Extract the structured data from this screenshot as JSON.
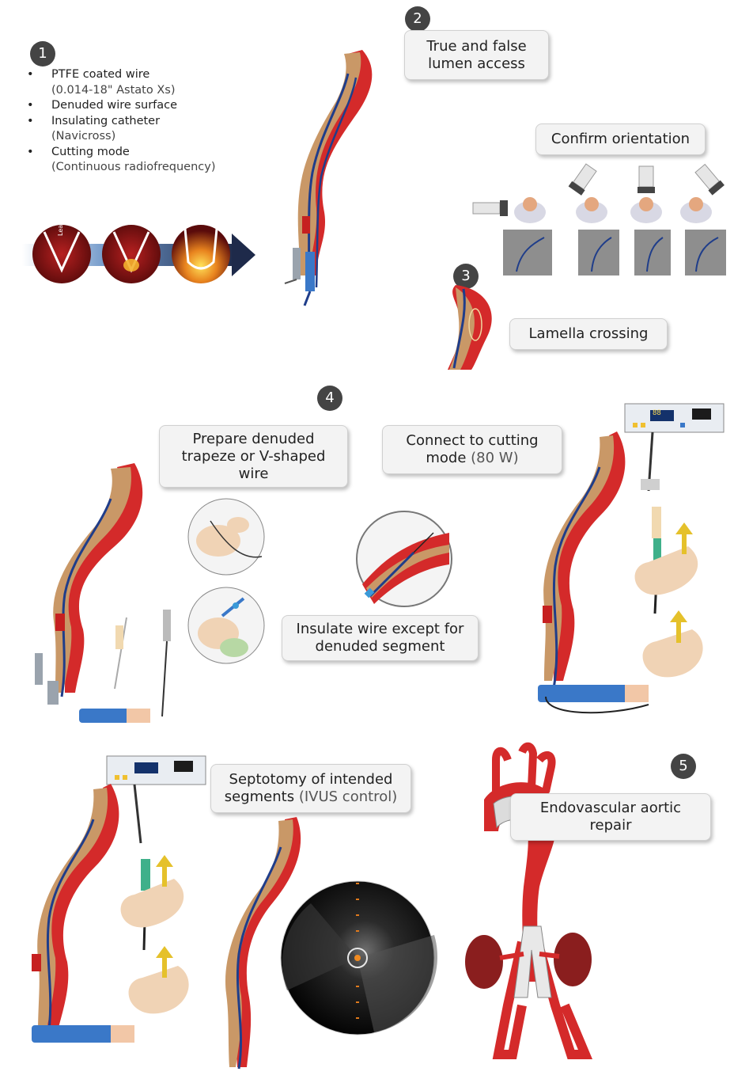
{
  "steps": {
    "s1": "1",
    "s2": "2",
    "s3": "3",
    "s4": "4",
    "s5": "5"
  },
  "step1": {
    "bullets": [
      {
        "main": "PTFE coated wire",
        "sub": "(0.014-18\" Astato Xs)"
      },
      {
        "main": "Denuded wire surface",
        "sub": ""
      },
      {
        "main": "Insulating catheter",
        "sub": "(Navicross)"
      },
      {
        "main": "Cutting mode",
        "sub": "(Continuous radiofrequency)"
      }
    ],
    "leaflet_label": "Leaflet"
  },
  "callouts": {
    "true_false": [
      "True and false",
      "lumen access"
    ],
    "confirm": "Confirm orientation",
    "lamella": "Lamella crossing",
    "prepare": [
      "Prepare denuded",
      "trapeze or V-shaped",
      "wire"
    ],
    "connect_a": "Connect to cutting",
    "connect_b": "mode",
    "connect_c": "(80 W)",
    "insulate": [
      "Insulate wire except for",
      "denuded segment"
    ],
    "septotomy_a": "Septotomy of intended",
    "septotomy_b": "segments",
    "septotomy_c": "(IVUS control)",
    "evar": [
      "Endovascular aortic",
      "repair"
    ]
  },
  "generator_display": "88",
  "colors": {
    "aorta_red": "#d42a2a",
    "vessel_tan": "#c99867",
    "wire_blue": "#1f3d8a",
    "badge": "#444444",
    "arrow_navy": "#1e2a4a",
    "insulating_blue": "#3a78c8"
  }
}
